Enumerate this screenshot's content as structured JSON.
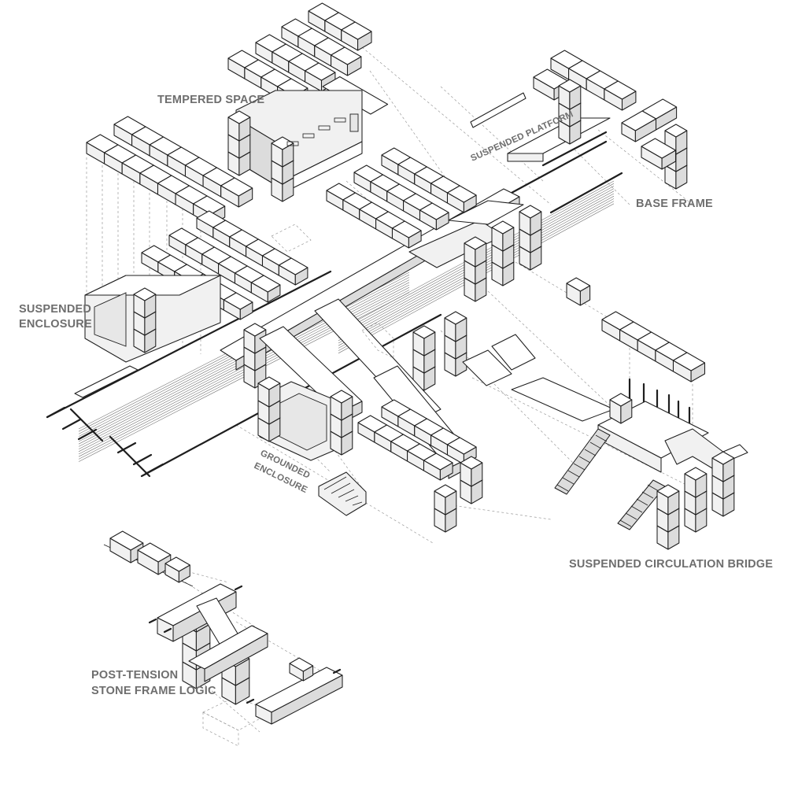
{
  "labels": {
    "tempered_space": "TEMPERED SPACE",
    "suspended_platform": "SUSPENDED PLATFORM",
    "base_frame": "BASE FRAME",
    "suspended_enclosure_line1": "SUSPENDED",
    "suspended_enclosure_line2": "ENCLOSURE",
    "grounded_enclosure_line1": "GROUNDED",
    "grounded_enclosure_line2": "ENCLOSURE",
    "suspended_circulation_bridge": "SUSPENDED CIRCULATION BRIDGE",
    "post_tension_line1": "POST-TENSION",
    "post_tension_line2": "STONE FRAME LOGIC"
  },
  "colors": {
    "label_text": "#6e6e6e",
    "line": "#1e1e1e",
    "block_top": "#ffffff",
    "block_side": "#dcdcdc",
    "block_front": "#f1f1f1",
    "projection_line": "#9a9a9a"
  },
  "components": [
    "tempered-space",
    "suspended-platform",
    "base-frame",
    "suspended-enclosure",
    "grounded-enclosure",
    "suspended-circulation-bridge",
    "post-tension-stone-frame-logic",
    "main-station-frame",
    "rail-tracks"
  ]
}
